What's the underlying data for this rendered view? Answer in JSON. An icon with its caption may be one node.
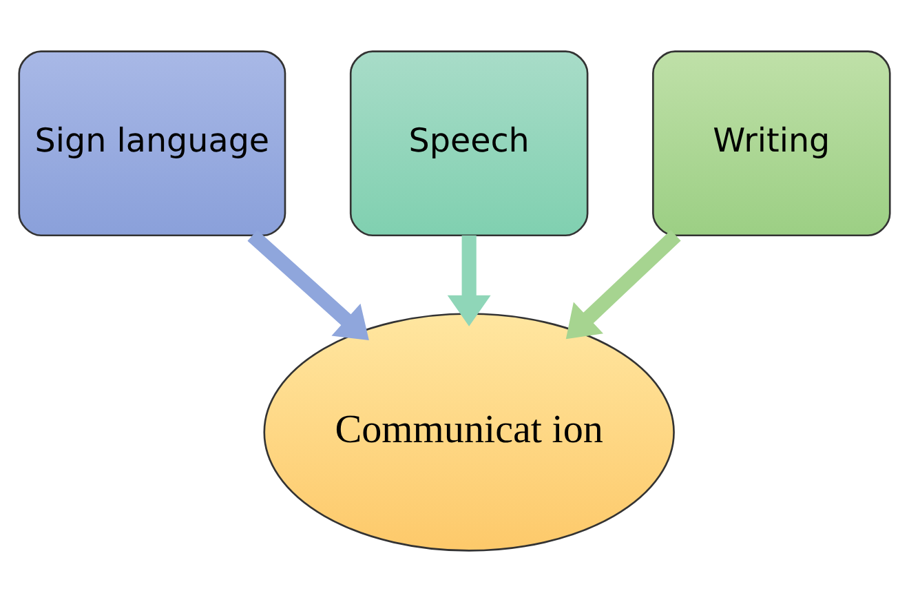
{
  "diagram": {
    "nodes": [
      {
        "text": [
          "Sign language"
        ]
      },
      {
        "text": [
          "Speech"
        ]
      },
      {
        "text": [
          "Writing"
        ]
      },
      {
        "text": [
          "Communicat ion"
        ]
      }
    ],
    "edges": [
      {
        "from": 0,
        "to": 3,
        "arrow": "to",
        "color": "#8fa6dc"
      },
      {
        "from": 1,
        "to": 3,
        "arrow": "to",
        "color": "#8fd6b8"
      },
      {
        "from": 2,
        "to": 3,
        "arrow": "to",
        "color": "#a6d490"
      }
    ]
  }
}
